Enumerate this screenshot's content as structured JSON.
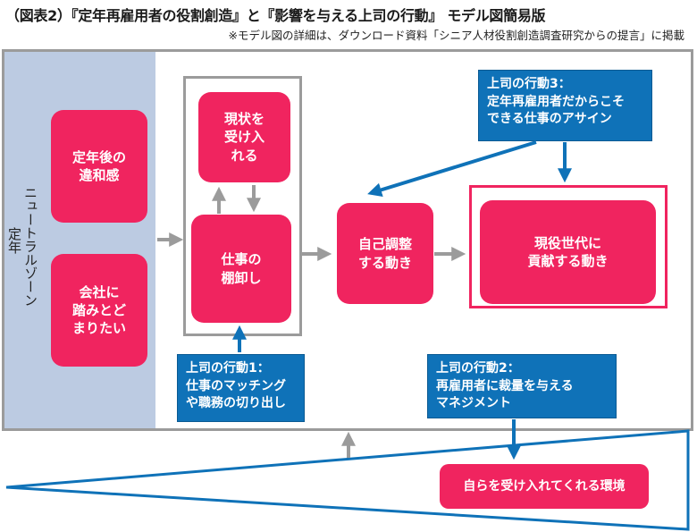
{
  "header": {
    "title": "（図表2）『定年再雇用者の役割創造』と『影響を与える上司の行動』 モデル図簡易版",
    "subtitle": "※モデル図の詳細は、ダウンロード資料「シニア人材役割創造調査研究からの提言」に掲載"
  },
  "colors": {
    "pink": "#f0245f",
    "blue": "#0f72b8",
    "band": "#bccbe2",
    "gray": "#9b9b9b"
  },
  "left_band": {
    "label_neutral": "ニュートラルゾーン",
    "label_retire": "定年"
  },
  "nodes": {
    "discomfort": "定年後の\n違和感",
    "stay": "会社に\n踏みとど\nまりたい",
    "accept": "現状を\n受け入\nれる",
    "inventory": "仕事の\n棚卸し",
    "self_adjust": "自己調整\nする動き",
    "contribute": "現役世代に\n貢献する動き",
    "environment": "自らを受け入れてくれる環境"
  },
  "actions": {
    "action1": "上司の行動1：\n仕事のマッチング\nや職務の切り出し",
    "action2": "上司の行動2：\n再雇用者に裁量を与える\nマネジメント",
    "action3": "上司の行動3：\n定年再雇用者だからこそ\nできる仕事のアサイン"
  }
}
